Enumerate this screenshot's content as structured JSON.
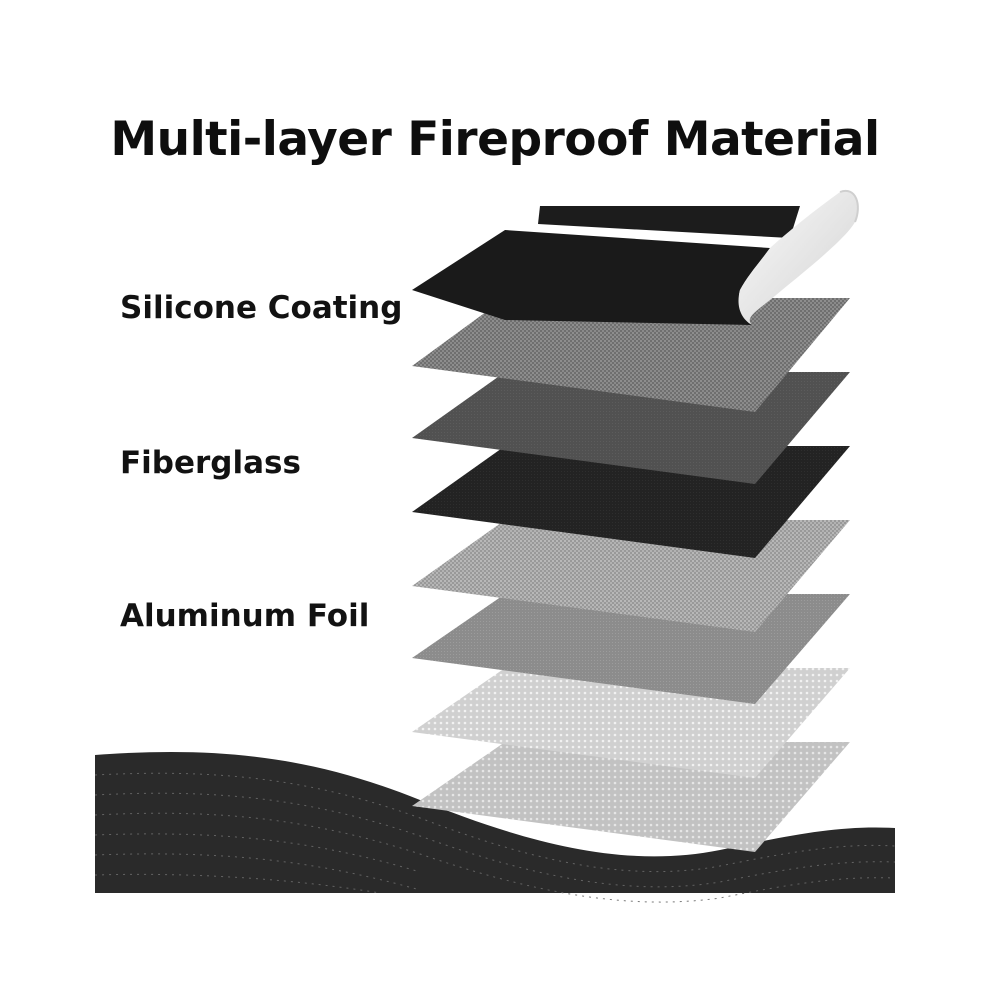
{
  "title": "Multi-layer Fireproof Material",
  "labels": {
    "silicone": "Silicone Coating",
    "fiberglass": "Fiberglass",
    "foil": "Aluminum Foil"
  },
  "colors": {
    "background": "#ffffff",
    "text": "#111111",
    "wave_band": "#2a2a2a",
    "silicone_sheet": "#1c1c1c",
    "peel_back": "#eeeeee"
  },
  "layers": [
    {
      "material": "silicone-coating",
      "color": "#1c1c1c"
    },
    {
      "material": "fiberglass-weave",
      "color": "#7a7a7a"
    },
    {
      "material": "fiberglass",
      "color": "#555555"
    },
    {
      "material": "fiberglass",
      "color": "#262626"
    },
    {
      "material": "fiberglass-weave",
      "color": "#a2a2a2"
    },
    {
      "material": "aluminum-foil",
      "color": "#8e8e8e"
    },
    {
      "material": "aluminum-foil-mesh",
      "color": "#d2d2d2"
    },
    {
      "material": "aluminum-foil-mesh",
      "color": "#c4c4c4"
    }
  ]
}
